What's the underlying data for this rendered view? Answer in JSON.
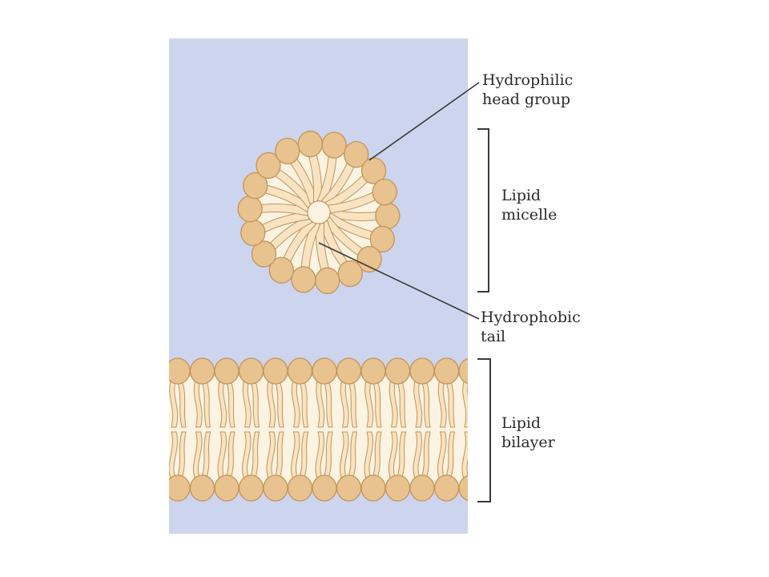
{
  "diagram": {
    "labels": {
      "head_group": {
        "line1": "Hydrophilic",
        "line2": "head group"
      },
      "tail": {
        "line1": "Hydrophobic",
        "line2": "tail"
      },
      "micelle": {
        "line1": "Lipid",
        "line2": "micelle"
      },
      "bilayer": {
        "line1": "Lipid",
        "line2": "bilayer"
      }
    },
    "colors": {
      "water": "#cdd5ee",
      "head_fill": "#e8c38f",
      "head_stroke": "#c29457",
      "tail_fill": "#f8e3c2",
      "core_fill": "#fcf3e2",
      "text": "#2b2b2b",
      "line": "#3a3a3a"
    }
  }
}
